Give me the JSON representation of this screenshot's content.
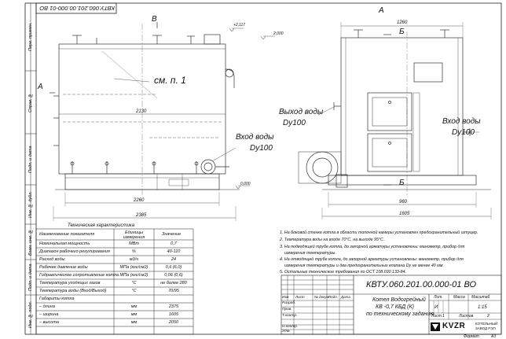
{
  "stamp_code_top": "КВТУ.060.201.00.000-01 ВО",
  "side_tabs": [
    "Перв. примен.",
    "Справ. №",
    "Подп. и дата",
    "Инв. № дубл.",
    "Взам. инв. №",
    "Подп. и дата",
    "Инв. № подл."
  ],
  "front_view": {
    "section_label_v": "В",
    "section_label_a": "А",
    "level_top": "+2,117",
    "level_chimney": "2,000",
    "level_zero": "0,000",
    "note_ref": "см. п. 1",
    "inlet_label": "Вход воды",
    "inlet_dn": "Dу100",
    "dim_inner": "2130",
    "dim_base": "2260",
    "dim_total": "2385"
  },
  "side_view": {
    "section_label_a": "А",
    "section_label_b1": "Б",
    "section_label_b2": "Б",
    "dim_top": "1260",
    "dim_base": "960",
    "dim_total": "1605",
    "outlet_label": "Выход воды",
    "outlet_dn": "Dу100",
    "inlet_label": "Вход воды",
    "inlet_dn": "Dу100"
  },
  "spec_table": {
    "title": "Техническая характеристика",
    "headers": [
      "Наименование показателя",
      "Единицы измерения",
      "Значение"
    ],
    "rows": [
      [
        "Номинальная мощность",
        "МВт",
        "0,7"
      ],
      [
        "Диапазон рабочего регулирования",
        "%",
        "40-110"
      ],
      [
        "Расход воды",
        "м3/ч",
        "24"
      ],
      [
        "Рабочее давление воды",
        "МПа (кгс/см2)",
        "0,6 (6,0)"
      ],
      [
        "Гидравлическое сопротивление котла",
        "МПа (кгс/см2)",
        "0,06 (0,6)"
      ],
      [
        "Температура уходящих газов",
        "°С",
        "не более 280"
      ],
      [
        "Температура воды (Вход/Выход)",
        "°С",
        "70/95"
      ],
      [
        "Габариты котла",
        "",
        ""
      ],
      [
        "– длина",
        "мм",
        "2375"
      ],
      [
        "– ширина",
        "мм",
        "1605"
      ],
      [
        "– высота",
        "мм",
        "2050"
      ]
    ]
  },
  "notes": [
    "1. На боковой стенке котла в области топочной камеры установлен предохранительный штуцер.",
    "2. Температура воды на входе 70°С, на выходе 95°С.",
    "3. На подводящей трубе котла, до запорной арматуры установлены: манометр, прибор для",
    "измерения температуры.",
    "4. На отводящей трубе котла, до запорной арматуры установлены: манометр, прибор для",
    "измерения температуры и два предохранительных клапана  Dу не менее  40 мм.",
    "5. Остальные технические требования по ОСТ  108.030.133-84."
  ],
  "title_block": {
    "code": "КВТУ.060.201.00.000-01 ВО",
    "name_line1": "Котел Водогрейный",
    "name_line2": "КВ -0,7 КБД (К)",
    "name_line3": "по техническому заданию",
    "col_headers": [
      "Изм",
      "Лист",
      "№ докум.",
      "Подп.",
      "Дата"
    ],
    "roles": [
      "Разраб.",
      "Пров.",
      "Т.контр.",
      "",
      "Н.контр.",
      "Утв."
    ],
    "lit_label": "Лит.",
    "mass_label": "Масса",
    "scale_label": "Масштаб",
    "lit_value": "И",
    "scale_value": "1:15",
    "sheet_label": "Лист",
    "sheet_value": "1",
    "sheets_label": "Листов",
    "sheets_value": "2",
    "company_logo": "KVZR",
    "company_name_1": "КОТЕЛЬНЫЙ",
    "company_name_2": "ЗАВОД РЭП",
    "format_label": "Формат",
    "format_value": "А3"
  }
}
